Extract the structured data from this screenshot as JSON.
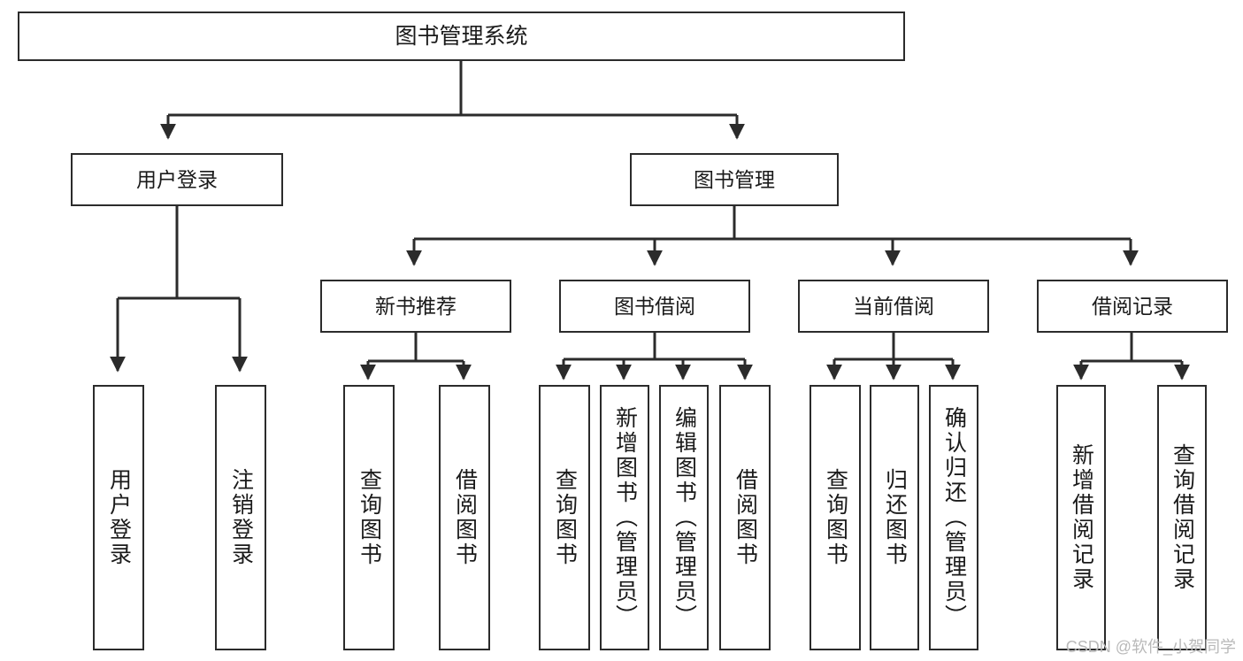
{
  "diagram": {
    "title": "图书管理系统",
    "type": "tree",
    "orientation": "top-down",
    "colors": {
      "background": "#ffffff",
      "node_border": "#2b2b2b",
      "node_fill": "#ffffff",
      "connector": "#2b2b2b",
      "text": "#1a1a1a",
      "watermark": "#b9b9b9"
    },
    "root": {
      "id": "root",
      "label": "图书管理系统"
    },
    "level1": [
      {
        "id": "user-login",
        "label": "用户登录"
      },
      {
        "id": "book-management",
        "label": "图书管理"
      }
    ],
    "level2": [
      {
        "id": "new-book-recommend",
        "label": "新书推荐",
        "parent": "book-management"
      },
      {
        "id": "book-borrow",
        "label": "图书借阅",
        "parent": "book-management"
      },
      {
        "id": "current-borrow",
        "label": "当前借阅",
        "parent": "book-management"
      },
      {
        "id": "borrow-record",
        "label": "借阅记录",
        "parent": "book-management"
      }
    ],
    "leaves": {
      "user_login": [
        {
          "id": "leaf-user-login",
          "label": "用户登录"
        },
        {
          "id": "leaf-user-logout",
          "label": "注销登录"
        }
      ],
      "new_book_recommend": [
        {
          "id": "leaf-query-book-1",
          "label": "查询图书"
        },
        {
          "id": "leaf-borrow-book-1",
          "label": "借阅图书"
        }
      ],
      "book_borrow": [
        {
          "id": "leaf-query-book-2",
          "label": "查询图书"
        },
        {
          "id": "leaf-add-book",
          "label": "新增图书（管理员）"
        },
        {
          "id": "leaf-edit-book",
          "label": "编辑图书（管理员）"
        },
        {
          "id": "leaf-borrow-book-2",
          "label": "借阅图书"
        }
      ],
      "current_borrow": [
        {
          "id": "leaf-query-book-3",
          "label": "查询图书"
        },
        {
          "id": "leaf-return-book",
          "label": "归还图书"
        },
        {
          "id": "leaf-confirm-return",
          "label": "确认归还（管理员）"
        }
      ],
      "borrow_record": [
        {
          "id": "leaf-add-record",
          "label": "新增借阅记录"
        },
        {
          "id": "leaf-query-record",
          "label": "查询借阅记录"
        }
      ]
    }
  },
  "watermark": {
    "text": "CSDN @软件_小贺同学"
  }
}
